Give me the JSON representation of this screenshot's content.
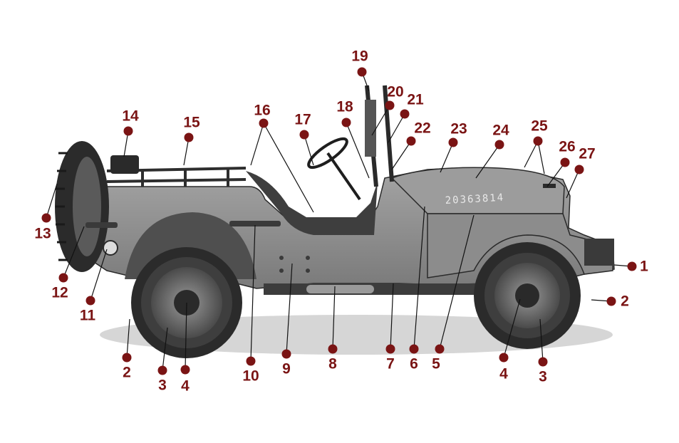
{
  "colors": {
    "marker": "#7a1414",
    "label": "#7a1414",
    "leader_line": "#111111",
    "vehicle_body": "#8f8f8f",
    "vehicle_dark": "#3a3a3a",
    "tire": "#2b2b2b",
    "background": "#ffffff"
  },
  "vehicle": {
    "hood_serial": "20363814"
  },
  "callouts": [
    {
      "id": "c1",
      "number": "1"
    },
    {
      "id": "c2a",
      "number": "2"
    },
    {
      "id": "c2b",
      "number": "2"
    },
    {
      "id": "c3a",
      "number": "3"
    },
    {
      "id": "c3b",
      "number": "3"
    },
    {
      "id": "c4a",
      "number": "4"
    },
    {
      "id": "c4b",
      "number": "4"
    },
    {
      "id": "c5",
      "number": "5"
    },
    {
      "id": "c6",
      "number": "6"
    },
    {
      "id": "c7",
      "number": "7"
    },
    {
      "id": "c8",
      "number": "8"
    },
    {
      "id": "c9",
      "number": "9"
    },
    {
      "id": "c10",
      "number": "10"
    },
    {
      "id": "c11",
      "number": "11"
    },
    {
      "id": "c12",
      "number": "12"
    },
    {
      "id": "c13",
      "number": "13"
    },
    {
      "id": "c14",
      "number": "14"
    },
    {
      "id": "c15",
      "number": "15"
    },
    {
      "id": "c16",
      "number": "16"
    },
    {
      "id": "c17",
      "number": "17"
    },
    {
      "id": "c18",
      "number": "18"
    },
    {
      "id": "c19",
      "number": "19"
    },
    {
      "id": "c20",
      "number": "20"
    },
    {
      "id": "c21",
      "number": "21"
    },
    {
      "id": "c22",
      "number": "22"
    },
    {
      "id": "c23",
      "number": "23"
    },
    {
      "id": "c24",
      "number": "24"
    },
    {
      "id": "c25",
      "number": "25"
    },
    {
      "id": "c26",
      "number": "26"
    },
    {
      "id": "c27",
      "number": "27"
    }
  ]
}
